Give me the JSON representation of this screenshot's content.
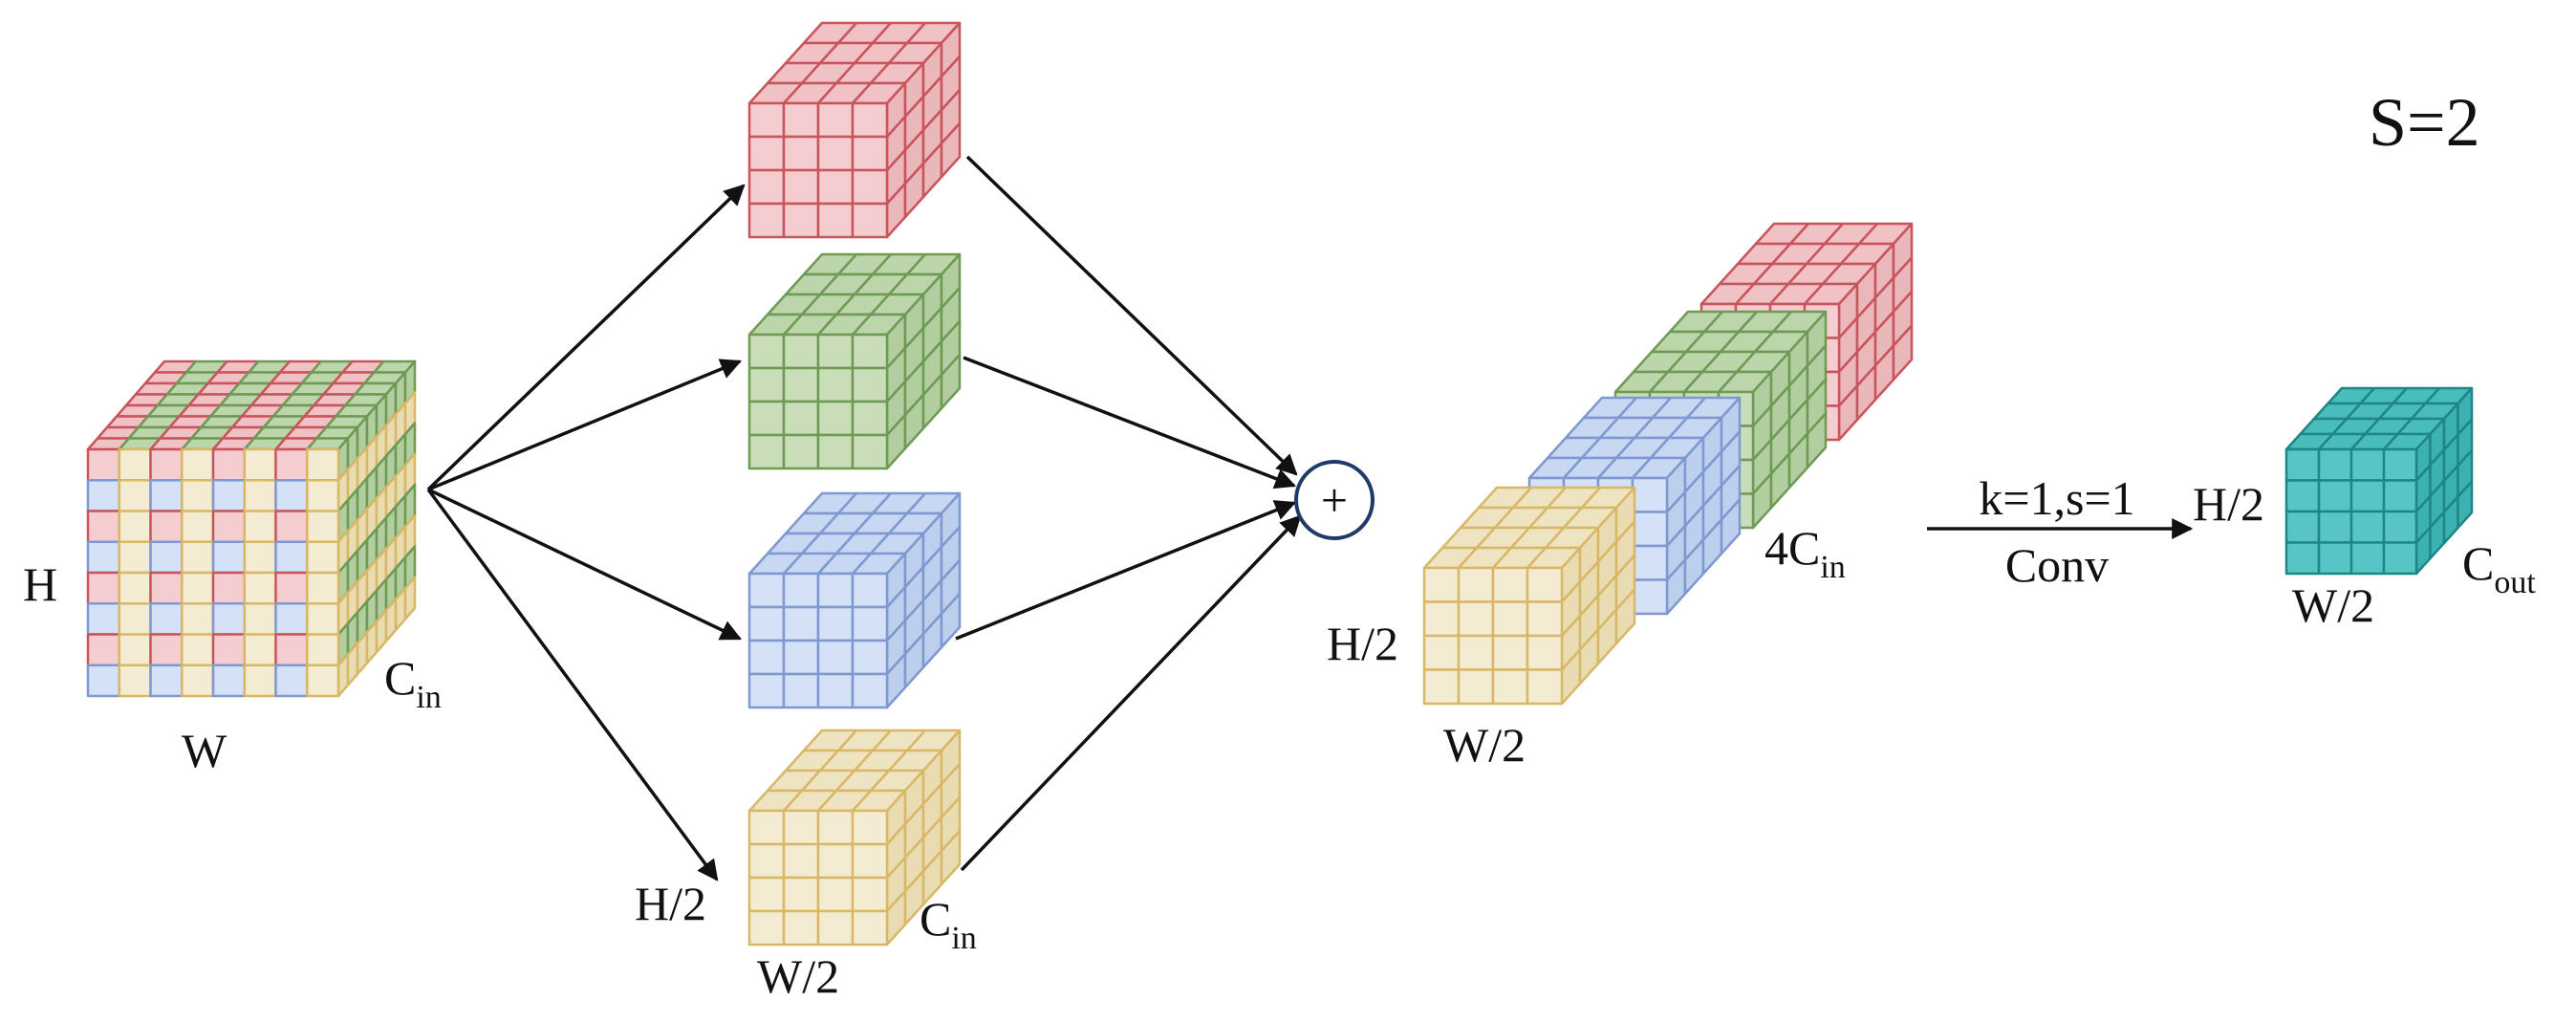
{
  "stride_label": "S=2",
  "input_cube": {
    "height_label": "H",
    "width_label": "W",
    "channel_label_main": "C",
    "channel_label_sub": "in",
    "pattern_colors": [
      "red",
      "green",
      "blue",
      "yellow"
    ]
  },
  "slices": [
    {
      "color": "red"
    },
    {
      "color": "green"
    },
    {
      "color": "blue"
    },
    {
      "color": "yellow"
    }
  ],
  "slice_labels": {
    "height_label": "H/2",
    "width_label": "W/2",
    "channel_label_main": "C",
    "channel_label_sub": "in"
  },
  "concat_symbol": "+",
  "concat_block": {
    "height_label": "H/2",
    "width_label": "W/2",
    "channel_label_main": "4C",
    "channel_label_sub": "in",
    "order_back_to_front": [
      "red",
      "green",
      "blue",
      "yellow"
    ]
  },
  "conv_arrow": {
    "top_label": "k=1,s=1",
    "bottom_label": "Conv"
  },
  "output_cube": {
    "height_label": "H/2",
    "width_label": "W/2",
    "channel_label_main": "C",
    "channel_label_sub": "out",
    "color": "teal"
  },
  "palette": {
    "red": {
      "front": "#f4cdd0",
      "top": "#f0c2c6",
      "side": "#eab7bb",
      "line": "#c9545c"
    },
    "green": {
      "front": "#c9ddb9",
      "top": "#bdd5aa",
      "side": "#b2cd9f",
      "line": "#6d9a55"
    },
    "blue": {
      "front": "#d4e1f6",
      "top": "#c8d8f2",
      "side": "#bccfec",
      "line": "#7f98cf"
    },
    "yellow": {
      "front": "#f4ecd2",
      "top": "#efe4c2",
      "side": "#e9dcb2",
      "line": "#d8b867"
    },
    "teal": {
      "front": "#57c5c5",
      "top": "#49bcbc",
      "side": "#3cb1b1",
      "line": "#1f8585"
    },
    "arrow": "#111111",
    "circle": "#1f3a66"
  }
}
